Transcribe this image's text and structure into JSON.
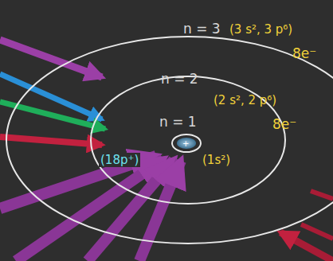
{
  "diagram": {
    "labels": [
      "n = 3",
      "(3 s², 3 p⁶)",
      "8e⁻",
      "n = 2",
      "(2 s², 2 p⁶)",
      "8e⁻",
      "n = 1",
      "(18p⁺)",
      "(1s²)",
      "+"
    ]
  }
}
